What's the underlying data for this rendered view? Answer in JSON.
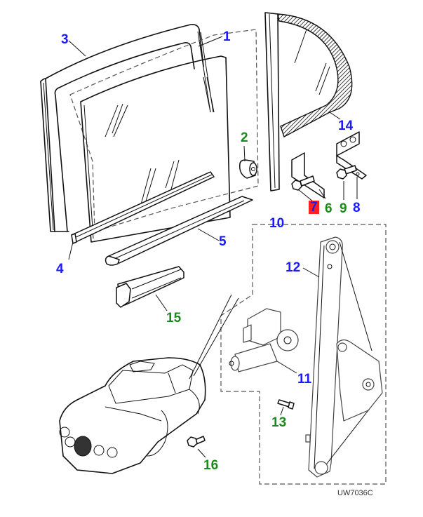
{
  "diagram": {
    "reference_code": "UW7036C",
    "highlighted_callout": "7",
    "colors": {
      "callout_blue": "#1a1aff",
      "callout_green": "#1a8a1a",
      "highlight_red": "#ff2020",
      "line_art": "#111111"
    },
    "callouts": [
      {
        "id": "1",
        "label": "1",
        "color": "blue",
        "part": "door-glass-assembly-group"
      },
      {
        "id": "2",
        "label": "2",
        "color": "green",
        "part": "glass-roller"
      },
      {
        "id": "3",
        "label": "3",
        "color": "blue",
        "part": "glass-run-channel-seal"
      },
      {
        "id": "4",
        "label": "4",
        "color": "blue",
        "part": "inner-waist-seal"
      },
      {
        "id": "5",
        "label": "5",
        "color": "blue",
        "part": "glass-channel-strip"
      },
      {
        "id": "6",
        "label": "6",
        "color": "green",
        "part": "bracket-bolt"
      },
      {
        "id": "7",
        "label": "7",
        "color": "blue",
        "part": "bracket-nut",
        "highlighted": true
      },
      {
        "id": "8",
        "label": "8",
        "color": "blue",
        "part": "stop-bracket"
      },
      {
        "id": "9",
        "label": "9",
        "color": "green",
        "part": "stop-bracket-bolt"
      },
      {
        "id": "10",
        "label": "10",
        "color": "blue",
        "part": "window-regulator-assembly-group"
      },
      {
        "id": "11",
        "label": "11",
        "color": "blue",
        "part": "regulator-motor"
      },
      {
        "id": "12",
        "label": "12",
        "color": "blue",
        "part": "window-regulator"
      },
      {
        "id": "13",
        "label": "13",
        "color": "green",
        "part": "regulator-screw"
      },
      {
        "id": "14",
        "label": "14",
        "color": "blue",
        "part": "quarter-glass"
      },
      {
        "id": "15",
        "label": "15",
        "color": "green",
        "part": "seal-end-cap"
      },
      {
        "id": "16",
        "label": "16",
        "color": "green",
        "part": "mounting-bolt"
      }
    ]
  }
}
